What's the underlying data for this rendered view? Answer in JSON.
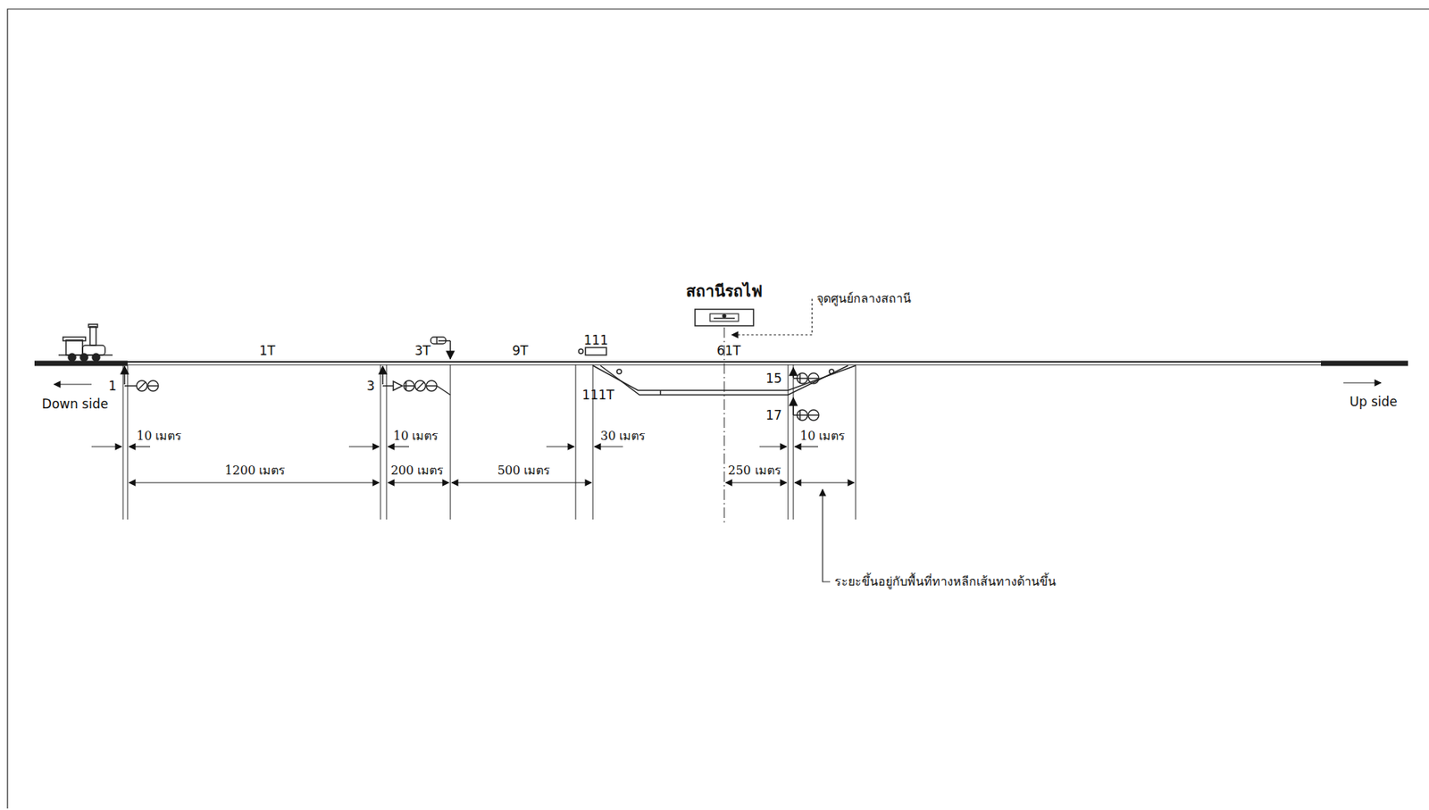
{
  "diagram": {
    "nodes": [
      {
        "text": [
          "สถานีรถไฟ"
        ]
      }
    ],
    "labels": [
      "จุดศูนย์กลางสถานี",
      "1T",
      "3T",
      "9T",
      "111",
      "61T",
      "111T",
      "1",
      "3",
      "15",
      "17",
      "Down side",
      "Up side",
      "10 เมตร",
      "1200 เมตร",
      "10 เมตร",
      "200 เมตร",
      "500 เมตร",
      "30 เมตร",
      "250 เมตร",
      "10 เมตร",
      "ระยะขึ้นอยู่กับพื้นที่ทางหลีกเส้นทางด้านขึ้น"
    ]
  }
}
